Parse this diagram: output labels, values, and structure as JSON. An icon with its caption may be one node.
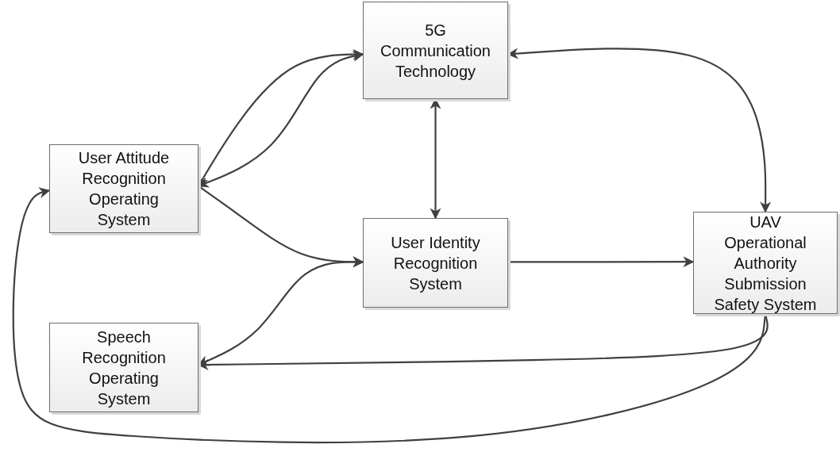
{
  "diagram": {
    "nodes": [
      {
        "text": [
          "5G Communication Technology"
        ]
      },
      {
        "text": [
          "User Attitude Recognition Operating System"
        ]
      },
      {
        "text": [
          "User Identity Recognition System"
        ]
      },
      {
        "text": [
          "UAV Operational Authority Submission Safety System"
        ]
      },
      {
        "text": [
          "Speech Recognition Operating System"
        ]
      }
    ],
    "edges": [
      {
        "from": 1,
        "to": 0,
        "arrow": "both"
      },
      {
        "from": 1,
        "to": 0,
        "arrow": "both"
      },
      {
        "from": 0,
        "to": 2,
        "arrow": "both"
      },
      {
        "from": 1,
        "to": 2,
        "arrow": "to"
      },
      {
        "from": 4,
        "to": 2,
        "arrow": "both"
      },
      {
        "from": 2,
        "to": 3,
        "arrow": "to"
      },
      {
        "from": 0,
        "to": 3,
        "arrow": "both"
      },
      {
        "from": 3,
        "to": 4,
        "arrow": "to"
      },
      {
        "from": 3,
        "to": 1,
        "arrow": "to"
      }
    ]
  }
}
